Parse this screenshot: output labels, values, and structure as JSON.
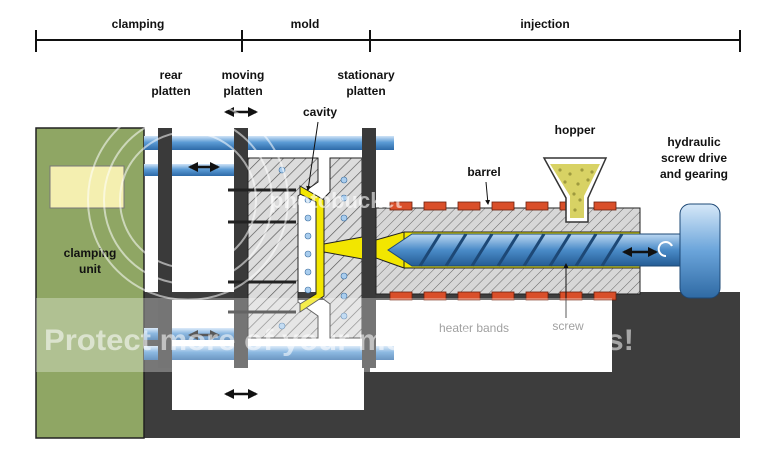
{
  "sections": {
    "clamping": "clamping",
    "mold": "mold",
    "injection": "injection"
  },
  "labels": {
    "rear_platten": [
      "rear",
      "platten"
    ],
    "moving_platten": [
      "moving",
      "platten"
    ],
    "stationary_platten": [
      "stationary",
      "platten"
    ],
    "cavity": "cavity",
    "hopper": "hopper",
    "barrel": "barrel",
    "hydraulic": [
      "hydraulic",
      "screw drive",
      "and gearing"
    ],
    "clamping_unit": [
      "clamping",
      "unit"
    ],
    "heater_bands": "heater bands",
    "screw": "screw"
  },
  "watermark": {
    "text_left": "Protect more of your memories for less!",
    "logo_text": "photobucket"
  },
  "colors": {
    "clamping_unit": "#8fa664",
    "rod": "#5b9bd5",
    "platen": "#3a3a3a",
    "mold": "#d9d9d9",
    "cavity": "#f2e600",
    "heater": "#d94f2a",
    "base": "#3d3d3d",
    "pellets": "#d8d264"
  }
}
